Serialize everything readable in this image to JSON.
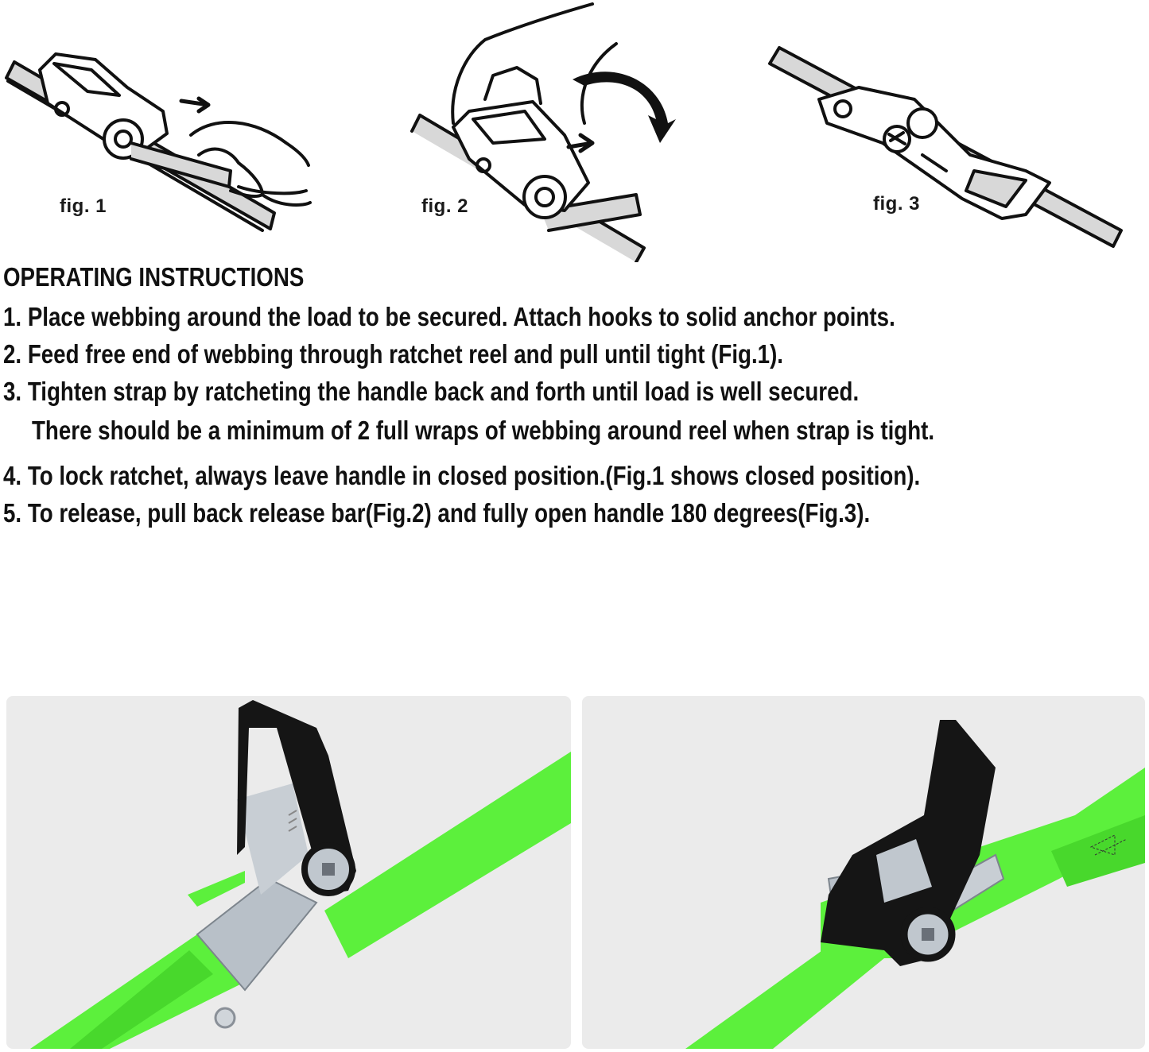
{
  "figures": [
    {
      "label": "fig. 1",
      "description": "Hand pulling free end of webbing through ratchet reel, ratchet handle closed"
    },
    {
      "label": "fig. 2",
      "description": "Hand pulling back release bar and opening handle, curved arrow indicating rotation"
    },
    {
      "label": "fig. 3",
      "description": "Ratchet handle fully opened 180 degrees"
    }
  ],
  "instructions": {
    "heading": "OPERATING INSTRUCTIONS",
    "steps": [
      "1. Place webbing around the load to be secured. Attach  hooks to solid anchor points.",
      "2. Feed free end of webbing through ratchet reel and pull until tight (Fig.1).",
      "3. Tighten strap by ratcheting the handle back and forth until load is well secured.",
      "There should be a minimum of 2 full wraps of webbing around reel when strap is tight.",
      "4. To lock ratchet, always leave handle in closed position.(Fig.1 shows closed position).",
      "5. To release, pull back release bar(Fig.2) and fully open handle 180 degrees(Fig.3)."
    ]
  },
  "photos": [
    {
      "alt": "Black ratchet buckle with neon green webbing strap, handle open"
    },
    {
      "alt": "Black ratchet buckle with neon green webbing strap, handle closed, stitched loop end"
    }
  ],
  "colors": {
    "webbing_green": "#5cf03c",
    "handle_black": "#151515",
    "photo_bg": "#ebebeb",
    "metal": "#b8c0c8"
  }
}
